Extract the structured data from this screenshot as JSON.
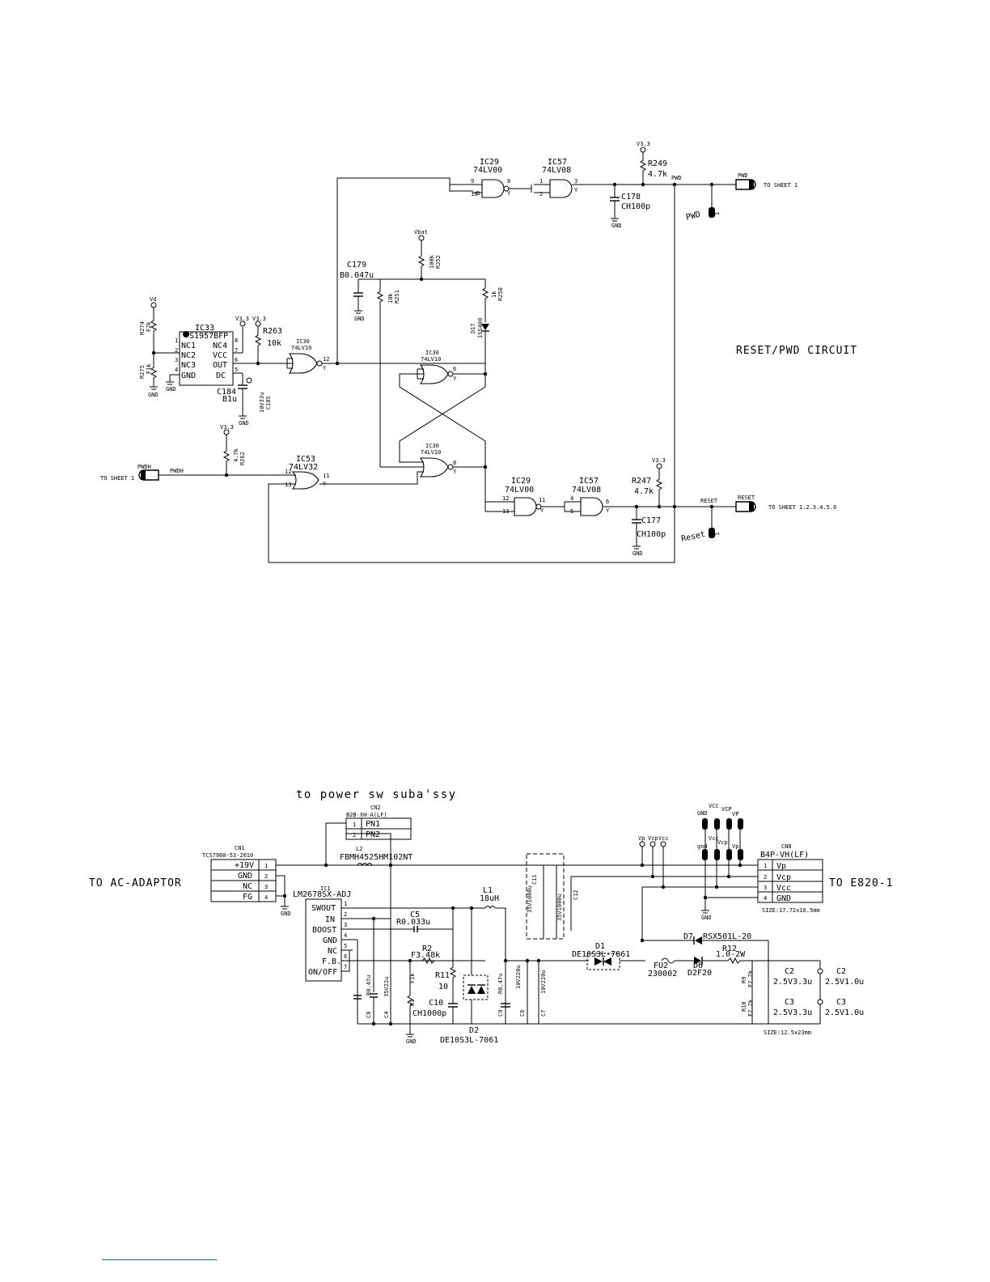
{
  "reset_section": {
    "title": "RESET/PWD CIRCUIT",
    "ic29_top": {
      "ref": "IC29",
      "part": "74LV00",
      "pins": [
        "9",
        "8",
        "10",
        "8"
      ],
      "pin_letters": [
        "A",
        "B",
        "Y"
      ]
    },
    "ic57_top": {
      "ref": "IC57",
      "part": "74LV08",
      "pins": [
        "1",
        "3",
        "2"
      ],
      "pin_letters": [
        "A",
        "B",
        "Y"
      ]
    },
    "r249": {
      "ref": "R249",
      "value": "4.7k"
    },
    "c178": {
      "ref": "C178",
      "value": "CH100p"
    },
    "v33": "V3.3",
    "pwd_net": "PWD",
    "pwd_test": "PWD",
    "to_sheet1_top": "TO SHEET 1",
    "vbat": "Vbat",
    "r252": {
      "ref": "R252",
      "value": "100k"
    },
    "c179": {
      "ref": "C179",
      "value": "B0.047u"
    },
    "r251": {
      "ref": "R251",
      "value": "10k"
    },
    "r250": {
      "ref": "R250",
      "value": "1k"
    },
    "d17": {
      "ref": "D17",
      "value": "1SS400"
    },
    "ic33": {
      "ref": "IC33",
      "part": "S1957BFP",
      "pins_left": [
        "NC1",
        "NC2",
        "NC3",
        "GND"
      ],
      "pins_right": [
        "NC4",
        "VCC",
        "OUT",
        "DC"
      ],
      "pin_nums": [
        "1",
        "2",
        "3",
        "4",
        "8",
        "7",
        "6",
        "5"
      ]
    },
    "r274": {
      "ref": "R274",
      "value": "F2k"
    },
    "r275": {
      "ref": "R275",
      "value": "F1k"
    },
    "r263": {
      "ref": "R263",
      "value": "10k"
    },
    "c184": {
      "ref": "C184",
      "value": "B1u"
    },
    "c185": {
      "ref": "C185",
      "value": "10V33u"
    },
    "ic30a": {
      "ref": "IC30",
      "part": "74LV10",
      "out_pin": "12"
    },
    "ic30b": {
      "ref": "IC30",
      "part": "74LV10",
      "out_pin": "6"
    },
    "ic30c": {
      "ref": "IC30",
      "part": "74LV10",
      "out_pin": "8"
    },
    "ic53": {
      "ref": "IC53",
      "part": "74LV32",
      "in_pins": [
        "12",
        "13"
      ],
      "out_pin": "11"
    },
    "r262": {
      "ref": "R262",
      "value": "4.7k"
    },
    "pwdh_net": "PWDH",
    "to_sheet1_bottom": "TO SHEET 1",
    "ic29_bot": {
      "ref": "IC29",
      "part": "74LV00",
      "in_pins": [
        "12",
        "13"
      ],
      "out_pin": "11"
    },
    "ic57_bot": {
      "ref": "IC57",
      "part": "74LV08",
      "in_pins": [
        "4",
        "5"
      ],
      "out_pin": "6"
    },
    "r247": {
      "ref": "R247",
      "value": "4.7k"
    },
    "c177": {
      "ref": "C177",
      "value": "CH100p"
    },
    "reset_net": "RESET",
    "reset_test": "Reset",
    "to_sheet_multi": "TO SHEET 1.2.3.4.5.6",
    "gnd": "GND",
    "vd": "Vd"
  },
  "power_section": {
    "heading": "to power sw suba'ssy",
    "cn2": {
      "ref": "CN2",
      "part": "B2B-XH-A(LF)",
      "pins": [
        {
          "num": "1",
          "name": "PN1"
        },
        {
          "num": "2",
          "name": "PN2"
        }
      ]
    },
    "cn1": {
      "ref": "CN1",
      "part": "TCS7960-53-2010",
      "pins": [
        {
          "name": "+19V",
          "num": "1"
        },
        {
          "name": "GND",
          "num": "2"
        },
        {
          "name": "NC",
          "num": "3"
        },
        {
          "name": "FG",
          "num": "4"
        }
      ]
    },
    "to_ac": "TO AC-ADAPTOR",
    "l2": {
      "ref": "L2",
      "part": "FBMH4525HM102NT"
    },
    "ic1": {
      "ref": "IC1",
      "part": "LM2678SX-ADJ",
      "pins": [
        {
          "name": "SWOUT",
          "num": "1"
        },
        {
          "name": "IN",
          "num": "2"
        },
        {
          "name": "BOOST",
          "num": "3"
        },
        {
          "name": "GND",
          "num": "4"
        },
        {
          "name": "NC",
          "num": "5"
        },
        {
          "name": "F.B.",
          "num": "6"
        },
        {
          "name": "ON/OFF",
          "num": "7"
        }
      ]
    },
    "c5": {
      "ref": "C5",
      "value": "R0.033u"
    },
    "r2": {
      "ref": "R2",
      "value": "F3.48k"
    },
    "l1": {
      "ref": "L1",
      "value": "18uH"
    },
    "c11": {
      "ref": "C11",
      "value": "35V1000u"
    },
    "c12": {
      "ref": "C12",
      "value": "35V1000u"
    },
    "c8": {
      "ref": "C8",
      "value": "R0.47u"
    },
    "c4": {
      "ref": "C4",
      "value": "35V22u"
    },
    "r1": {
      "ref": "R1",
      "value": "F1k"
    },
    "r11": {
      "ref": "R11",
      "value": "10"
    },
    "c10": {
      "ref": "C10",
      "value": "CH1000p"
    },
    "d2": {
      "ref": "D2",
      "value": "DE10S3L-7061"
    },
    "c9": {
      "ref": "C9",
      "value": "R0.47u"
    },
    "c6": {
      "ref": "C6",
      "value": "10V220u"
    },
    "c7": {
      "ref": "C7",
      "value": "10V220u"
    },
    "d1": {
      "ref": "D1",
      "value": "DE10S3L-7061"
    },
    "fu2": {
      "ref": "FU2",
      "value": "230002"
    },
    "d6": {
      "ref": "D6",
      "value": "D2F20"
    },
    "d7": {
      "ref": "D7",
      "value": "RSX501L-20"
    },
    "r12": {
      "ref": "R12",
      "value": "1.0-2W"
    },
    "r9": {
      "ref": "R9",
      "value": "F2.2k"
    },
    "r10": {
      "ref": "R10",
      "value": "F2.2k"
    },
    "c2a": {
      "ref": "C2",
      "value": "2.5V3.3u"
    },
    "c2b": {
      "ref": "C2",
      "value": "2.5V1.0u"
    },
    "c3a": {
      "ref": "C3",
      "value": "2.5V3.3u"
    },
    "c3b": {
      "ref": "C3",
      "value": "2.5V1.0u"
    },
    "size_small": "SIZE:12.5x23mm",
    "cn8": {
      "ref": "CN8",
      "part": "B4P-VH(LF)",
      "pins": [
        {
          "num": "1",
          "name": "Vp"
        },
        {
          "num": "2",
          "name": "Vcp"
        },
        {
          "num": "3",
          "name": "Vcc"
        },
        {
          "num": "4",
          "name": "GND"
        }
      ]
    },
    "size_cn8": "SIZE:17.72x16.5mm",
    "to_e820": "TO E820-1",
    "rails_top": [
      "GND",
      "VCC",
      "VCP",
      "VP"
    ],
    "rails_mid": [
      "gnd",
      "Vcc",
      "Vcp",
      "Vp"
    ],
    "rails_small": [
      "Vp",
      "Vcp",
      "Vcc"
    ],
    "gnd": "GND",
    "n1": "1"
  }
}
